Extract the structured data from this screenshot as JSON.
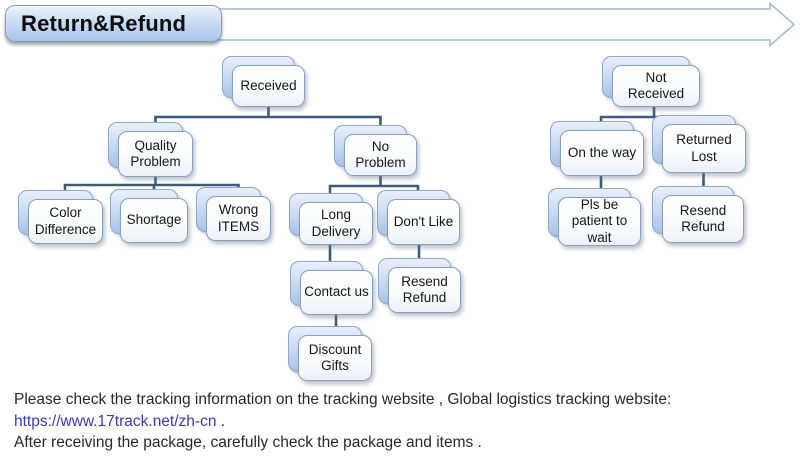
{
  "title": "Return&Refund",
  "flowchart": {
    "nodes": {
      "received": "Received",
      "quality_problem": "Quality Problem",
      "no_problem": "No Problem",
      "color_difference": "Color Difference",
      "shortage": "Shortage",
      "wrong_items": "Wrong ITEMS",
      "long_delivery": "Long Delivery",
      "dont_like": "Don't Like",
      "contact_us": "Contact us",
      "resend_refund_left": "Resend Refund",
      "discount_gifts": "Discount Gifts",
      "not_received": "Not Received",
      "on_the_way": "On the way",
      "returned_lost": "Returned Lost",
      "pls_be_patient": "Pls be patient to wait",
      "resend_refund_right": "Resend Refund"
    },
    "edges": [
      [
        "received",
        "quality_problem"
      ],
      [
        "received",
        "no_problem"
      ],
      [
        "quality_problem",
        "color_difference"
      ],
      [
        "quality_problem",
        "shortage"
      ],
      [
        "quality_problem",
        "wrong_items"
      ],
      [
        "no_problem",
        "long_delivery"
      ],
      [
        "no_problem",
        "dont_like"
      ],
      [
        "long_delivery",
        "contact_us"
      ],
      [
        "dont_like",
        "resend_refund_left"
      ],
      [
        "contact_us",
        "discount_gifts"
      ],
      [
        "not_received",
        "on_the_way"
      ],
      [
        "not_received",
        "returned_lost"
      ],
      [
        "on_the_way",
        "pls_be_patient"
      ],
      [
        "returned_lost",
        "resend_refund_right"
      ]
    ]
  },
  "footer": {
    "line1": "Please check the tracking information on the tracking website , Global logistics tracking website:",
    "link": "https://www.17track.net/zh-cn",
    "link_suffix": " .",
    "line3": "After receiving the package, carefully check the package and items ."
  },
  "colors": {
    "connector": "#3e5a7c",
    "box_border": "#87a0c0",
    "box_back_top": "#e9effa",
    "box_back_bottom": "#a8c3ea",
    "banner_bottom": "#a7c3ec",
    "arrow_outline": "#a6bbd2",
    "link": "#3a3ab8",
    "text": "#282828"
  }
}
